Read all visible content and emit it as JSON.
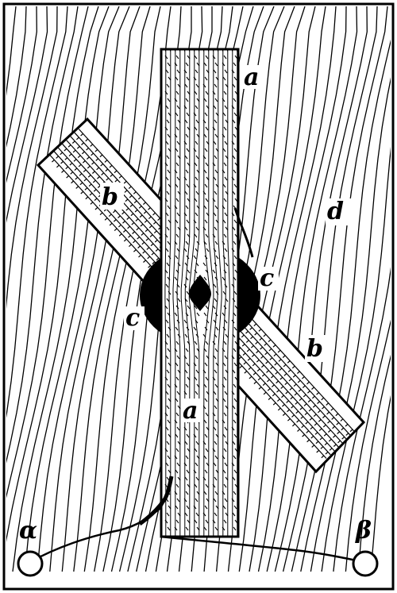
{
  "figure": {
    "colors": {
      "ink": "#000000",
      "paper": "#ffffff"
    },
    "labels": {
      "strip_a_top": "a",
      "strip_a_bottom": "a",
      "strip_b_upper": "b",
      "strip_b_lower": "b",
      "contact_c_left": "c",
      "contact_c_right": "c",
      "background_d": "d",
      "terminal_alpha": "α",
      "terminal_beta": "β"
    }
  }
}
